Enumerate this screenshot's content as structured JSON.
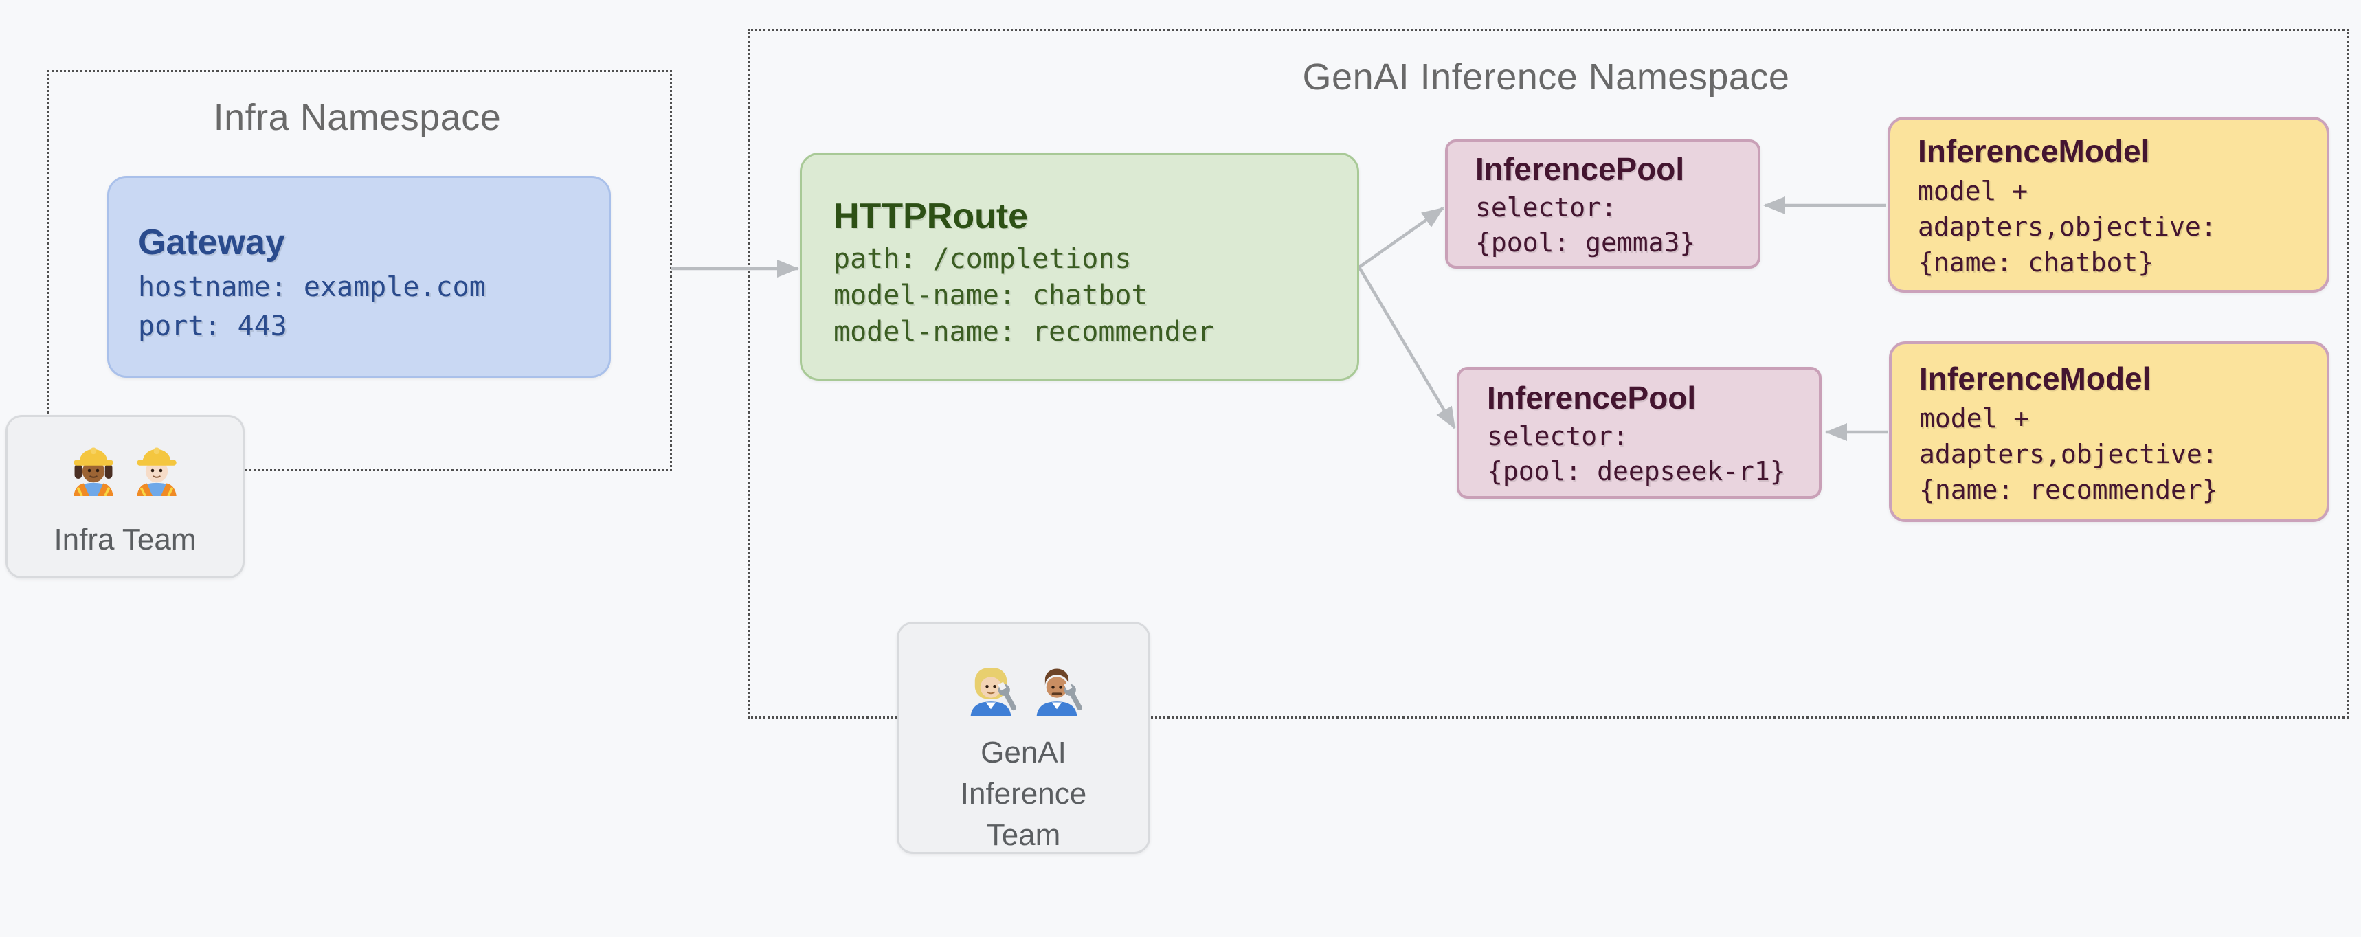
{
  "canvas": {
    "background": "#f7f8fa"
  },
  "namespaces": {
    "infra": {
      "title": "Infra Namespace"
    },
    "genai": {
      "title": "GenAI Inference Namespace"
    }
  },
  "nodes": {
    "gateway": {
      "title": "Gateway",
      "lines": [
        "hostname: example.com",
        "port: 443"
      ]
    },
    "httproute": {
      "title": "HTTPRoute",
      "lines": [
        "path: /completions",
        "model-name: chatbot",
        "model-name: recommender"
      ]
    },
    "pool_gemma3": {
      "title": "InferencePool",
      "lines": [
        "selector:",
        "{pool: gemma3}"
      ]
    },
    "pool_deepseek": {
      "title": "InferencePool",
      "lines": [
        "selector:",
        "{pool: deepseek-r1}"
      ]
    },
    "model_chatbot": {
      "title": "InferenceModel",
      "lines": [
        "model +",
        "adapters,objective:",
        "{name: chatbot}"
      ]
    },
    "model_recommender": {
      "title": "InferenceModel",
      "lines": [
        "model +",
        "adapters,objective:",
        "{name: recommender}"
      ]
    }
  },
  "teams": {
    "infra": {
      "label": "Infra Team",
      "label_lines": [
        "Infra Team"
      ],
      "icons": [
        "woman-construction-worker-icon",
        "man-construction-worker-icon"
      ]
    },
    "genai": {
      "label": "GenAI Inference Team",
      "label_lines": [
        "GenAI",
        "Inference",
        "Team"
      ],
      "icons": [
        "woman-mechanic-icon",
        "man-mechanic-icon"
      ]
    }
  },
  "edges": [
    {
      "from": "infra-namespace",
      "to": "httproute"
    },
    {
      "from": "httproute",
      "to": "inference-pool-gemma3"
    },
    {
      "from": "httproute",
      "to": "inference-pool-deepseek-r1"
    },
    {
      "from": "inference-model-chatbot",
      "to": "inference-pool-gemma3"
    },
    {
      "from": "inference-model-recommender",
      "to": "inference-pool-deepseek-r1"
    }
  ],
  "colors": {
    "background": "#f7f8fa",
    "namespace_border": "#4f4f4f",
    "namespace_title": "#696969",
    "gateway_fill": "#c9d8f3",
    "gateway_border": "#a9c0ea",
    "gateway_text": "#2a4b8d",
    "httproute_fill": "#dcead3",
    "httproute_border": "#a8c996",
    "httproute_text": "#2d5015",
    "pool_fill": "#e9d4de",
    "pool_border": "#c9a0b7",
    "pool_text": "#441530",
    "model_fill": "#fbe39c",
    "model_border": "#cba2ba",
    "model_text": "#441530",
    "team_fill": "#f0f1f3",
    "team_border": "#d8dadd",
    "team_text": "#5b5e61",
    "arrow": "#b9bcc0"
  }
}
